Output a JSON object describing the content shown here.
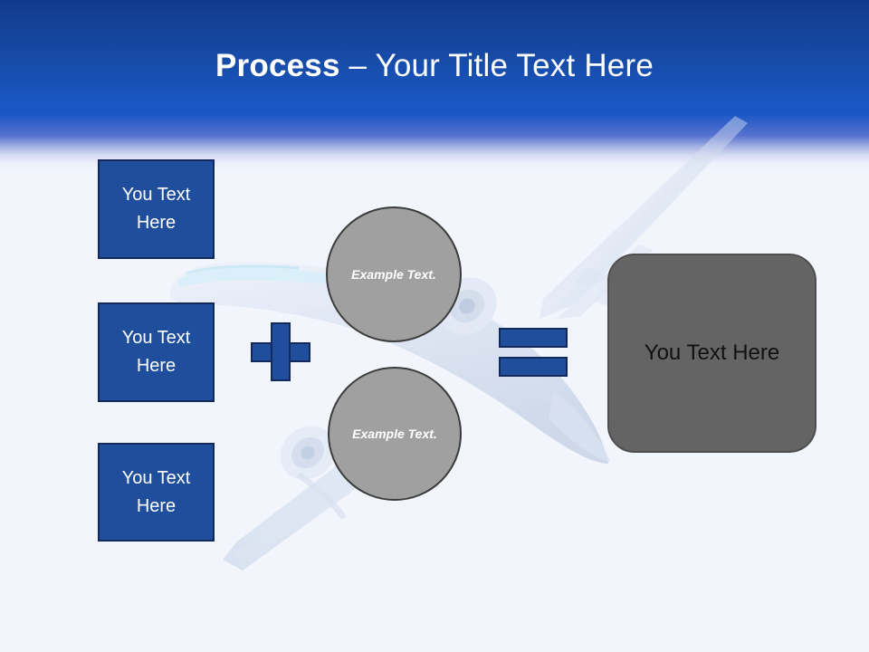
{
  "slide": {
    "title": {
      "bold_part": "Process",
      "rest": " – Your Title Text Here",
      "full": "Process – Your Title Text Here"
    },
    "background_image": "airplane-watermark",
    "colors": {
      "header_top": "#123a8c",
      "header_bright": "#1b57c4",
      "page_background": "#f2f6fc",
      "accent_blue": "#1f4e9c",
      "accent_blue_border": "#13295c",
      "circle_gray": "#a0a0a0",
      "circle_gray_border": "#3b3b3b",
      "result_gray": "#646464",
      "result_gray_border": "#4e4e4e",
      "title_text": "#ffffff",
      "result_text": "#111111"
    }
  },
  "input_boxes": [
    {
      "label": "You Text Here"
    },
    {
      "label": "You Text Here"
    },
    {
      "label": "You Text Here"
    }
  ],
  "operators": {
    "plus": "+",
    "equals": "="
  },
  "circles": [
    {
      "label": "Example Text."
    },
    {
      "label": "Example Text."
    }
  ],
  "result": {
    "label": "You Text Here"
  }
}
